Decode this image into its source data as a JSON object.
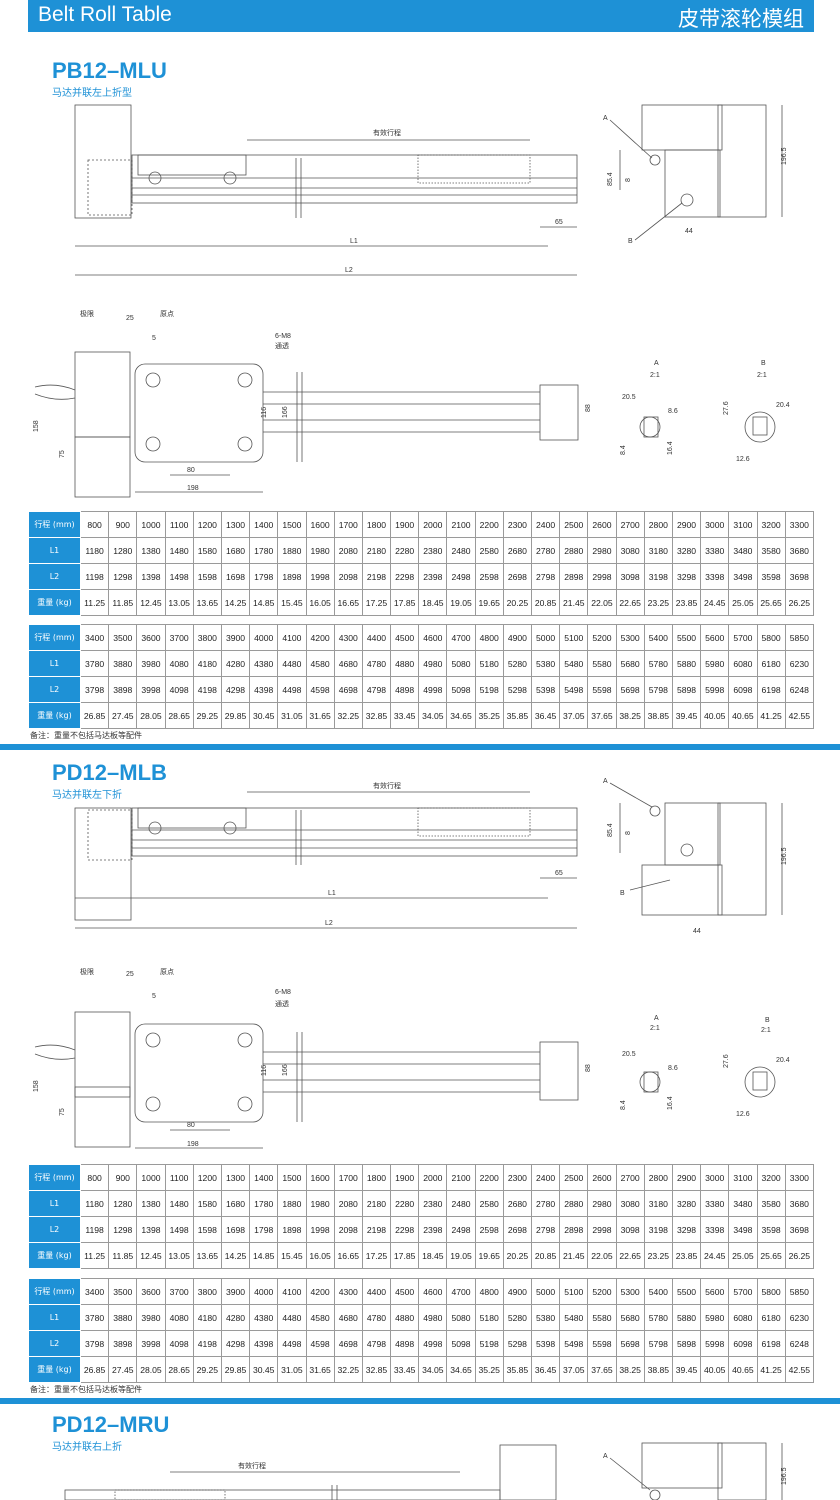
{
  "header": {
    "title_en": "Belt Roll Table",
    "title_cn": "皮带滚轮模组"
  },
  "colors": {
    "brand": "#1e91d6",
    "line": "#555555"
  },
  "table_headers": {
    "stroke": "行程 (mm)",
    "l1": "L1",
    "l2": "L2",
    "weight": "重量 (kg)"
  },
  "table_a": {
    "stroke": [
      "800",
      "900",
      "1000",
      "1100",
      "1200",
      "1300",
      "1400",
      "1500",
      "1600",
      "1700",
      "1800",
      "1900",
      "2000",
      "2100",
      "2200",
      "2300",
      "2400",
      "2500",
      "2600",
      "2700",
      "2800",
      "2900",
      "3000",
      "3100",
      "3200",
      "3300"
    ],
    "l1": [
      "1180",
      "1280",
      "1380",
      "1480",
      "1580",
      "1680",
      "1780",
      "1880",
      "1980",
      "2080",
      "2180",
      "2280",
      "2380",
      "2480",
      "2580",
      "2680",
      "2780",
      "2880",
      "2980",
      "3080",
      "3180",
      "3280",
      "3380",
      "3480",
      "3580",
      "3680"
    ],
    "l2": [
      "1198",
      "1298",
      "1398",
      "1498",
      "1598",
      "1698",
      "1798",
      "1898",
      "1998",
      "2098",
      "2198",
      "2298",
      "2398",
      "2498",
      "2598",
      "2698",
      "2798",
      "2898",
      "2998",
      "3098",
      "3198",
      "3298",
      "3398",
      "3498",
      "3598",
      "3698"
    ],
    "weight": [
      "11.25",
      "11.85",
      "12.45",
      "13.05",
      "13.65",
      "14.25",
      "14.85",
      "15.45",
      "16.05",
      "16.65",
      "17.25",
      "17.85",
      "18.45",
      "19.05",
      "19.65",
      "20.25",
      "20.85",
      "21.45",
      "22.05",
      "22.65",
      "23.25",
      "23.85",
      "24.45",
      "25.05",
      "25.65",
      "26.25"
    ]
  },
  "table_b": {
    "stroke": [
      "3400",
      "3500",
      "3600",
      "3700",
      "3800",
      "3900",
      "4000",
      "4100",
      "4200",
      "4300",
      "4400",
      "4500",
      "4600",
      "4700",
      "4800",
      "4900",
      "5000",
      "5100",
      "5200",
      "5300",
      "5400",
      "5500",
      "5600",
      "5700",
      "5800",
      "5850"
    ],
    "l1": [
      "3780",
      "3880",
      "3980",
      "4080",
      "4180",
      "4280",
      "4380",
      "4480",
      "4580",
      "4680",
      "4780",
      "4880",
      "4980",
      "5080",
      "5180",
      "5280",
      "5380",
      "5480",
      "5580",
      "5680",
      "5780",
      "5880",
      "5980",
      "6080",
      "6180",
      "6230"
    ],
    "l2": [
      "3798",
      "3898",
      "3998",
      "4098",
      "4198",
      "4298",
      "4398",
      "4498",
      "4598",
      "4698",
      "4798",
      "4898",
      "4998",
      "5098",
      "5198",
      "5298",
      "5398",
      "5498",
      "5598",
      "5698",
      "5798",
      "5898",
      "5998",
      "6098",
      "6198",
      "6248"
    ],
    "weight": [
      "26.85",
      "27.45",
      "28.05",
      "28.65",
      "29.25",
      "29.85",
      "30.45",
      "31.05",
      "31.65",
      "32.25",
      "32.85",
      "33.45",
      "34.05",
      "34.65",
      "35.25",
      "35.85",
      "36.45",
      "37.05",
      "37.65",
      "38.25",
      "38.85",
      "39.45",
      "40.05",
      "40.65",
      "41.25",
      "42.55"
    ]
  },
  "note": "备注：重量不包括马达板等配件",
  "dims": {
    "effective_stroke": "有效行程",
    "l1": "L1",
    "l2": "L2",
    "d65": "65",
    "d44": "44",
    "d196_5": "196.5",
    "d85_4": "85.4",
    "d8": "8",
    "a": "A",
    "b": "B",
    "limit": "极限",
    "origin": "原点",
    "d25": "25",
    "d5": "5",
    "m8": "6-M8",
    "through": "通透",
    "d116": "116",
    "d166": "166",
    "d158": "158",
    "d75": "75",
    "d80": "80",
    "d198": "198",
    "d88": "88",
    "scale": "2:1",
    "d20_5": "20.5",
    "d8_6": "8.6",
    "d8_4": "8.4",
    "d16_4": "16.4",
    "d27_6": "27.6",
    "d20_4": "20.4",
    "d12_6": "12.6"
  },
  "sections": [
    {
      "model": "PB12–MLU",
      "subtitle": "马达并联左上折型"
    },
    {
      "model": "PD12–MLB",
      "subtitle": "马达并联左下折"
    },
    {
      "model": "PD12–MRU",
      "subtitle": "马达并联右上折"
    }
  ]
}
